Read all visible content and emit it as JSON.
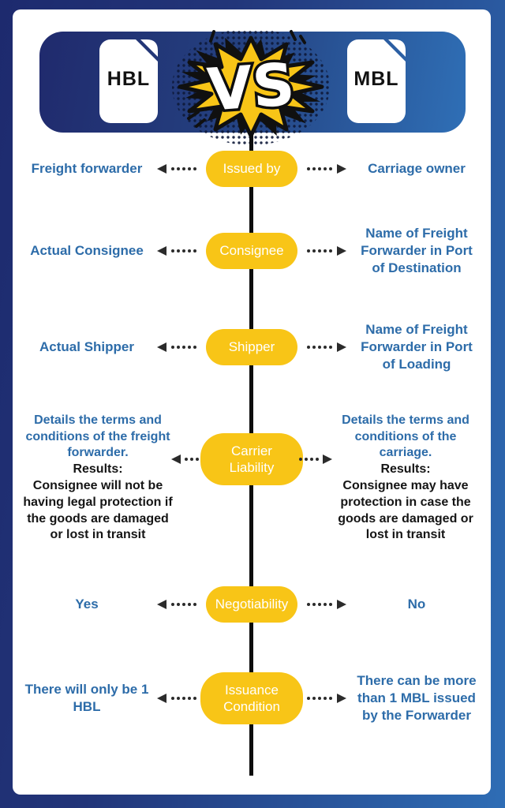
{
  "page": {
    "bg_gradient": [
      "#1D2A6E",
      "#2E6DB5"
    ],
    "panel_color": "#FFFFFF",
    "divider_color": "#0D0D0D",
    "accent_yellow": "#F8C517",
    "text_blue": "#2D6CA9",
    "text_black": "#151515"
  },
  "header": {
    "hbl_label": "HBL",
    "mbl_label": "MBL",
    "vs_label": "VS",
    "bar_gradient": [
      "#202A6D",
      "#2F6FB6"
    ]
  },
  "rows": [
    {
      "id": "issued-by",
      "label": "Issued by",
      "left": "Freight forwarder",
      "right": "Carriage owner"
    },
    {
      "id": "consignee",
      "label": "Consignee",
      "left": "Actual Consignee",
      "right": "Name of Freight Forwarder in Port of Destination"
    },
    {
      "id": "shipper",
      "label": "Shipper",
      "left": "Actual Shipper",
      "right": "Name of Freight Forwarder in Port of Loading"
    },
    {
      "id": "carrier-liability",
      "label": "Carrier Liability",
      "left_intro": "Details the terms and conditions of the freight forwarder.",
      "left_results_label": "Results:",
      "left_results": "Consignee will not be having legal protection if the goods are damaged or lost in transit",
      "right_intro": "Details the terms and conditions of the carriage.",
      "right_results_label": "Results:",
      "right_results": "Consignee may have protection in case the goods are damaged or lost in transit"
    },
    {
      "id": "negotiability",
      "label": "Negotiability",
      "left": "Yes",
      "right": "No"
    },
    {
      "id": "issuance-condition",
      "label": "Issuance Condition",
      "left": "There will only be 1 HBL",
      "right": "There can be more than 1 MBL issued by the Forwarder"
    }
  ]
}
